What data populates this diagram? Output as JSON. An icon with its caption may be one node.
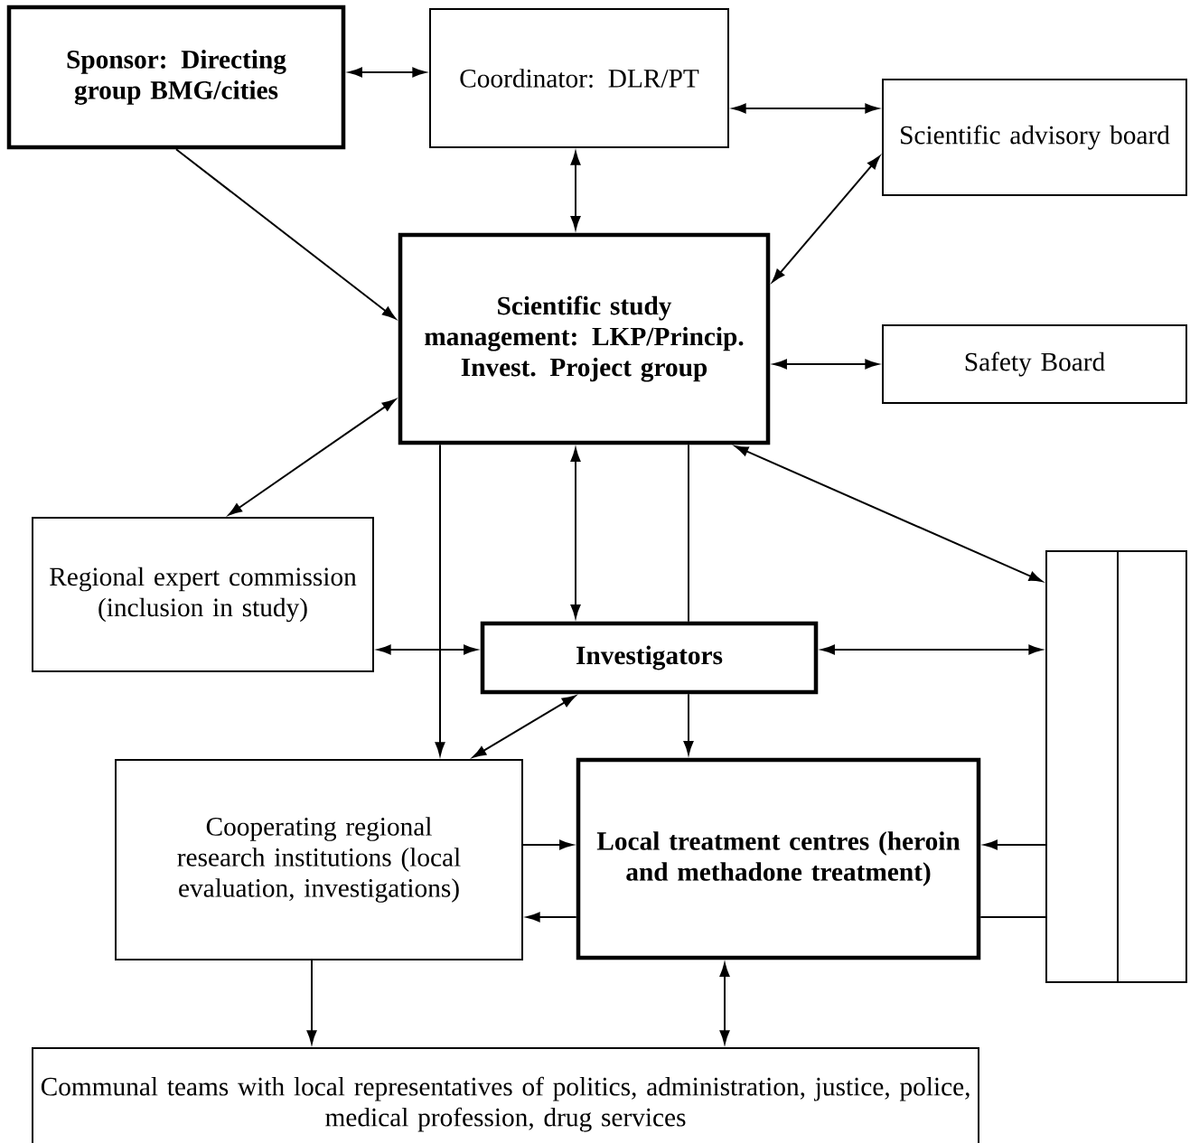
{
  "diagram": {
    "nodes": [
      {
        "text": [
          "Sponsor: Directing group BMG/cities"
        ]
      },
      {
        "text": [
          "Coordinator: DLR/PT"
        ]
      },
      {
        "text": [
          "Scientific advisory board"
        ]
      },
      {
        "text": [
          "Scientific study management: LKP/Princip. Invest. Project group"
        ]
      },
      {
        "text": [
          "Safety Board"
        ]
      },
      {
        "text": [
          "Regional expert commission (inclusion in study)"
        ]
      },
      {
        "text": [
          "Investigators"
        ]
      },
      {
        "text": [
          "Cooperating regional research institutions (local evaluation, investigations)"
        ]
      },
      {
        "text": [
          "Local treatment centres (heroin and methadone treatment)"
        ]
      },
      {
        "text": [
          "Communal teams with local representatives of politics, administration, justice, police, medical profession, drug services"
        ]
      },
      {
        "text": [],
        "shape": "box"
      }
    ],
    "edges": [
      {
        "from": 0,
        "to": 1,
        "arrow": "both"
      },
      {
        "from": 1,
        "to": 2,
        "arrow": "both"
      },
      {
        "from": 0,
        "to": 3,
        "arrow": "to"
      },
      {
        "from": 1,
        "to": 3,
        "arrow": "both"
      },
      {
        "from": 3,
        "to": 2,
        "arrow": "both"
      },
      {
        "from": 3,
        "to": 4,
        "arrow": "both"
      },
      {
        "from": 3,
        "to": 5,
        "arrow": "both"
      },
      {
        "from": 3,
        "to": 6,
        "arrow": "both"
      },
      {
        "from": 3,
        "to": 7,
        "arrow": "to"
      },
      {
        "from": 3,
        "to": 6,
        "arrow": "none"
      },
      {
        "from": 6,
        "to": 8,
        "arrow": "to"
      },
      {
        "from": 3,
        "to": 10,
        "arrow": "both"
      },
      {
        "from": 5,
        "to": 6,
        "arrow": "both"
      },
      {
        "from": 6,
        "to": 10,
        "arrow": "both"
      },
      {
        "from": 6,
        "to": 7,
        "arrow": "both"
      },
      {
        "from": 7,
        "to": 8,
        "arrow": "to"
      },
      {
        "from": 8,
        "to": 7,
        "arrow": "to"
      },
      {
        "from": 10,
        "to": 8,
        "arrow": "to"
      },
      {
        "from": 8,
        "to": 10,
        "arrow": "none"
      },
      {
        "from": 7,
        "to": 9,
        "arrow": "to"
      },
      {
        "from": 8,
        "to": 9,
        "arrow": "both"
      }
    ]
  }
}
